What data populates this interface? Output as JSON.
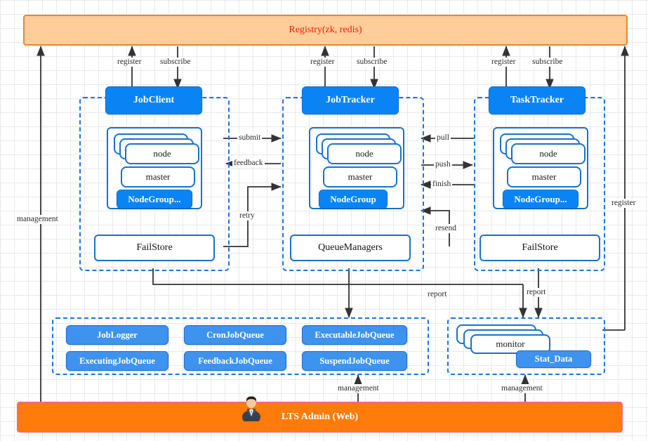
{
  "diagram": {
    "title": "LTS architecture diagram",
    "registry": {
      "label": "Registry(zk, redis)"
    },
    "admin": {
      "label": "LTS Admin (Web)",
      "avatar_icon": "businessman-avatar-icon"
    },
    "columns": [
      {
        "id": "jobclient",
        "header": "JobClient",
        "node_label": "node",
        "master_label": "master",
        "nodegroup_label": "NodeGroup...",
        "store_label": "FailStore"
      },
      {
        "id": "jobtracker",
        "header": "JobTracker",
        "node_label": "node",
        "master_label": "master",
        "nodegroup_label": "NodeGroup",
        "store_label": "QueueManagers"
      },
      {
        "id": "tasktracker",
        "header": "TaskTracker",
        "node_label": "node",
        "master_label": "master",
        "nodegroup_label": "NodeGroup...",
        "store_label": "FailStore"
      }
    ],
    "queue_panel": {
      "items": [
        "JobLogger",
        "CronJobQueue",
        "ExecutableJobQueue",
        "ExecutingJobQueue",
        "FeedbackJobQueue",
        "SuspendJobQueue"
      ]
    },
    "monitor_panel": {
      "monitor_label": "monitor",
      "stat_label": "Stat_Data"
    },
    "edge_labels": {
      "register_1": "register",
      "subscribe_1": "subscribe",
      "register_2": "register",
      "subscribe_2": "subscribe",
      "register_3": "register",
      "subscribe_3": "subscribe",
      "management_left": "management",
      "register_right": "register",
      "submit": "submit",
      "feedback": "feedback",
      "retry": "retry",
      "pull": "pull",
      "push": "push",
      "finish": "finish",
      "resend": "resend",
      "report_left": "report",
      "report_right": "report",
      "management_mid": "management",
      "management_right": "management"
    },
    "colors": {
      "registry_fill": "#FFCD9A",
      "registry_border": "#E8872B",
      "registry_text": "#F01E05",
      "admin_fill": "#FF7B0A",
      "admin_border": "#F4697A",
      "primary_blue": "#0A84F5",
      "queue_blue": "#3D93EE",
      "dash_blue": "#1A73E8",
      "box_border": "#1672CE",
      "wire": "#333333"
    }
  }
}
